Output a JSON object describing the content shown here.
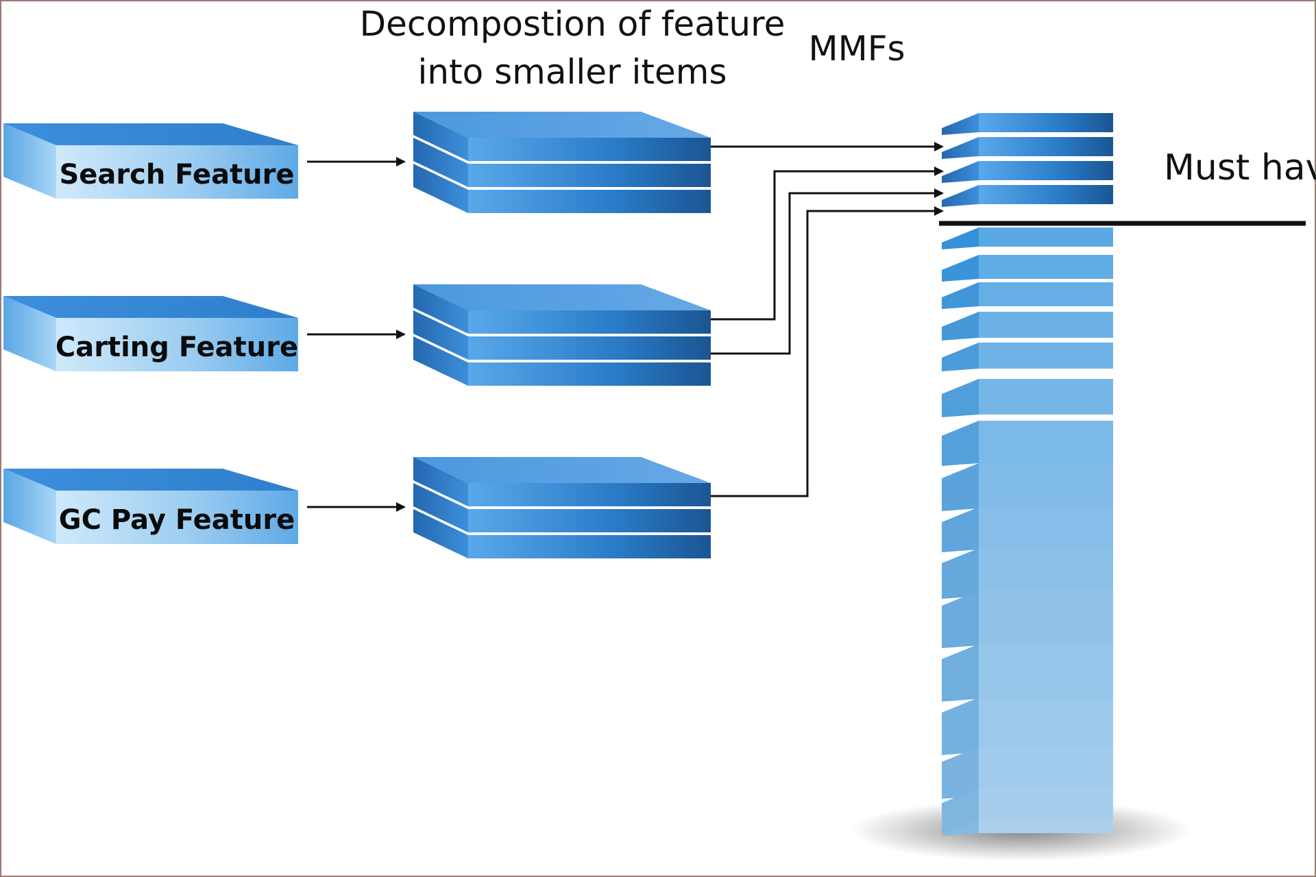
{
  "header": {
    "decomposition_line1": "Decompostion of feature",
    "decomposition_line2": "into smaller items",
    "mmfs": "MMFs"
  },
  "features": [
    {
      "label": "Search Feature",
      "stack_items": 3
    },
    {
      "label": "Carting Feature",
      "stack_items": 3
    },
    {
      "label": "GC Pay Feature",
      "stack_items": 3
    }
  ],
  "backlog": {
    "must_have_label": "Must have",
    "must_have_count": 4,
    "total_items": 20
  },
  "colors": {
    "box_front_light": "#b9ddf5",
    "box_front_mid": "#5aa8e6",
    "box_top": "#4f95d6",
    "stack_dark": "#1a5ea3",
    "stack_mid": "#3b8fd8",
    "stack_light": "#9fd0f3",
    "line": "#111111"
  }
}
